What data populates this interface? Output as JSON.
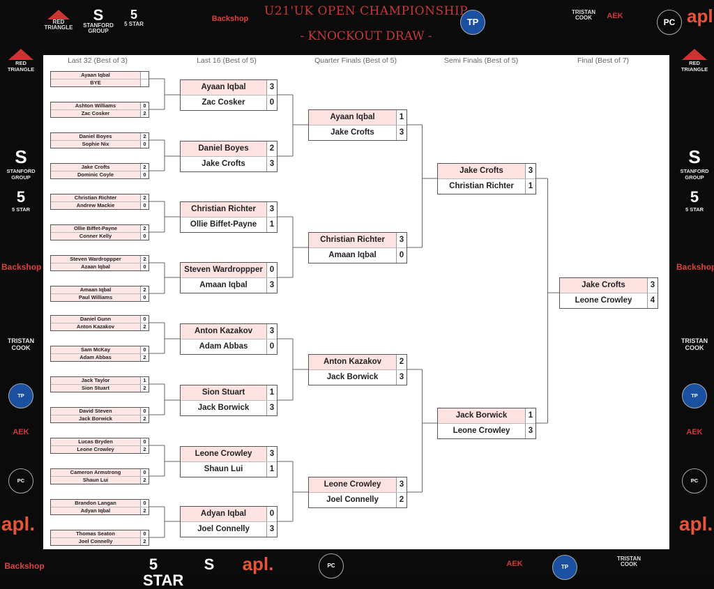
{
  "header": {
    "title": "U21'UK OPEN CHAMPIONSHIP",
    "subtitle": "- KNOCKOUT DRAW -"
  },
  "sponsors": {
    "red_triangle": "RED TRIANGLE",
    "stanford": "STANFORD GROUP",
    "five_star": "5 STAR",
    "backshop": "Backshop",
    "tp": "TP",
    "tristan_cook": "TRISTAN COOK",
    "aek": "AEK",
    "pc": "PC",
    "apl": "apl."
  },
  "rounds": [
    "Last 32 (Best of 3)",
    "Last 16 (Best of 5)",
    "Quarter Finals (Best of 5)",
    "Semi Finals (Best of 5)",
    "Final (Best of 7)"
  ],
  "r32": [
    [
      [
        "Ayaan Iqbal",
        ""
      ],
      [
        "BYE",
        ""
      ]
    ],
    [
      [
        "Ashton Williams",
        "0"
      ],
      [
        "Zac Cosker",
        "2"
      ]
    ],
    [
      [
        "Daniel Boyes",
        "2"
      ],
      [
        "Sophie Nix",
        "0"
      ]
    ],
    [
      [
        "Jake Crofts",
        "2"
      ],
      [
        "Dominic Coyle",
        "0"
      ]
    ],
    [
      [
        "Christian Richter",
        "2"
      ],
      [
        "Andrew Mackie",
        "0"
      ]
    ],
    [
      [
        "Ollie Biffet-Payne",
        "2"
      ],
      [
        "Conner Kelly",
        "0"
      ]
    ],
    [
      [
        "Steven Wardroppper",
        "2"
      ],
      [
        "Azaan Iqbal",
        "0"
      ]
    ],
    [
      [
        "Amaan Iqbal",
        "2"
      ],
      [
        "Paul Williams",
        "0"
      ]
    ],
    [
      [
        "Daniel Gunn",
        "0"
      ],
      [
        "Anton Kazakov",
        "2"
      ]
    ],
    [
      [
        "Sam McKay",
        "0"
      ],
      [
        "Adam Abbas",
        "2"
      ]
    ],
    [
      [
        "Jack Taylor",
        "1"
      ],
      [
        "Sion Stuart",
        "2"
      ]
    ],
    [
      [
        "David Steven",
        "0"
      ],
      [
        "Jack Borwick",
        "2"
      ]
    ],
    [
      [
        "Lucas Bryden",
        "0"
      ],
      [
        "Leone Crowley",
        "2"
      ]
    ],
    [
      [
        "Cameron Armstrong",
        "0"
      ],
      [
        "Shaun Lui",
        "2"
      ]
    ],
    [
      [
        "Brandon Langan",
        "0"
      ],
      [
        "Adyan Iqbal",
        "2"
      ]
    ],
    [
      [
        "Thomas Seaton",
        "0"
      ],
      [
        "Joel Connelly",
        "2"
      ]
    ]
  ],
  "r16": [
    [
      [
        "Ayaan Iqbal",
        "3"
      ],
      [
        "Zac Cosker",
        "0"
      ]
    ],
    [
      [
        "Daniel Boyes",
        "2"
      ],
      [
        "Jake Crofts",
        "3"
      ]
    ],
    [
      [
        "Christian Richter",
        "3"
      ],
      [
        "Ollie Biffet-Payne",
        "1"
      ]
    ],
    [
      [
        "Steven Wardroppper",
        "0"
      ],
      [
        "Amaan Iqbal",
        "3"
      ]
    ],
    [
      [
        "Anton Kazakov",
        "3"
      ],
      [
        "Adam Abbas",
        "0"
      ]
    ],
    [
      [
        "Sion Stuart",
        "1"
      ],
      [
        "Jack Borwick",
        "3"
      ]
    ],
    [
      [
        "Leone Crowley",
        "3"
      ],
      [
        "Shaun Lui",
        "1"
      ]
    ],
    [
      [
        "Adyan Iqbal",
        "0"
      ],
      [
        "Joel Connelly",
        "3"
      ]
    ]
  ],
  "qf": [
    [
      [
        "Ayaan Iqbal",
        "1"
      ],
      [
        "Jake Crofts",
        "3"
      ]
    ],
    [
      [
        "Christian Richter",
        "3"
      ],
      [
        "Amaan Iqbal",
        "0"
      ]
    ],
    [
      [
        "Anton Kazakov",
        "2"
      ],
      [
        "Jack Borwick",
        "3"
      ]
    ],
    [
      [
        "Leone Crowley",
        "3"
      ],
      [
        "Joel Connelly",
        "2"
      ]
    ]
  ],
  "sf": [
    [
      [
        "Jake Crofts",
        "3"
      ],
      [
        "Christian Richter",
        "1"
      ]
    ],
    [
      [
        "Jack Borwick",
        "1"
      ],
      [
        "Leone Crowley",
        "3"
      ]
    ]
  ],
  "final": [
    [
      [
        "Jake Crofts",
        "3"
      ],
      [
        "Leone Crowley",
        "4"
      ]
    ]
  ]
}
